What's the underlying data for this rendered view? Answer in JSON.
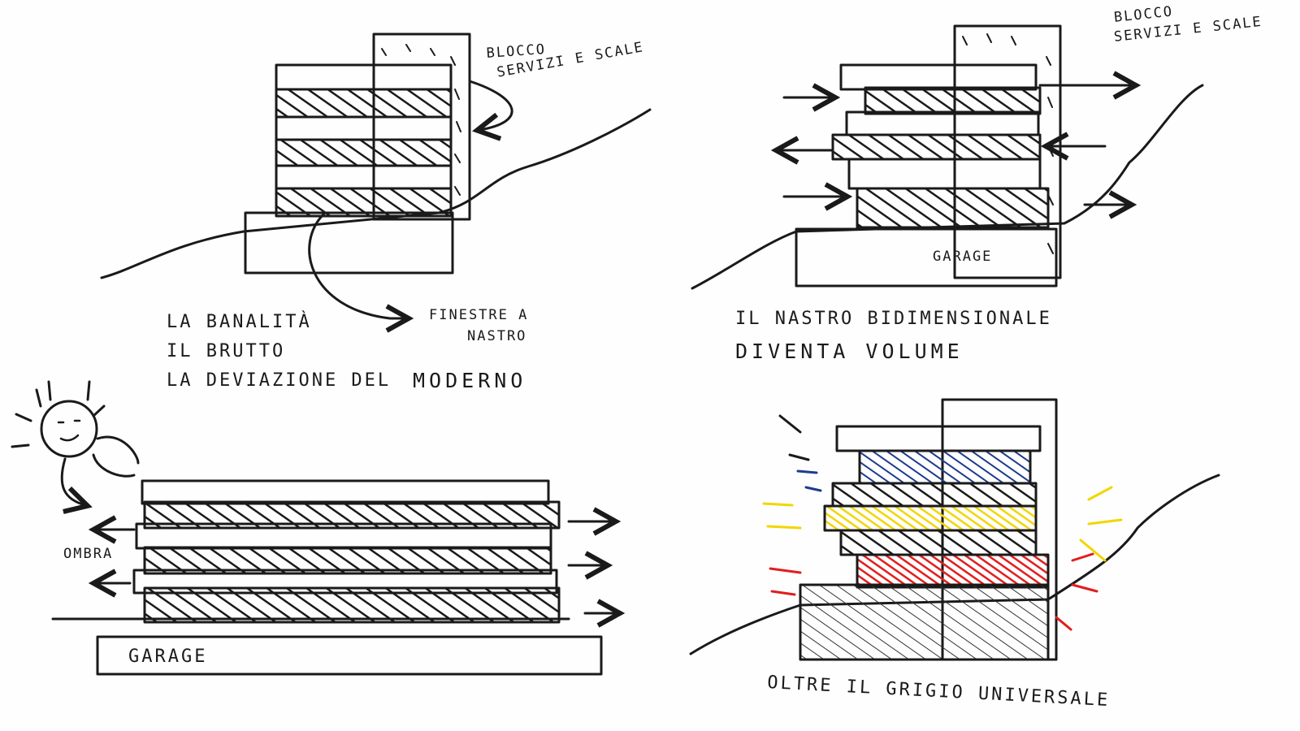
{
  "sketch_tl": {
    "label_top_line1": "BLOCCO",
    "label_top_line2": "SERVIZI E SCALE",
    "caption_line1": "LA BANALITÀ",
    "caption_line2": "IL BRUTTO",
    "caption_line3": "LA DEVIAZIONE DEL",
    "caption_line3b": "MODERNO",
    "arrow_label_line1": "FINESTRE A",
    "arrow_label_line2": "NASTRO"
  },
  "sketch_tr": {
    "label_top_line1": "BLOCCO",
    "label_top_line2": "SERVIZI E SCALE",
    "garage_label": "GARAGE",
    "caption_line1": "IL NASTRO BIDIMENSIONALE",
    "caption_line2": "DIVENTA VOLUME"
  },
  "sketch_bl": {
    "shadow_label": "OMBRA",
    "garage_label": "GARAGE"
  },
  "sketch_br": {
    "caption": "OLTRE IL GRIGIO UNIVERSALE"
  },
  "colors": {
    "ink": "#1a1a1a",
    "blue": "#1f3b8c",
    "yellow": "#f2d600",
    "red": "#e21d1d"
  }
}
